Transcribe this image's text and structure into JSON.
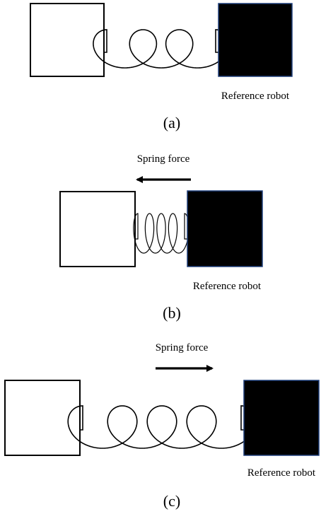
{
  "panels": [
    {
      "id": "a",
      "caption": "(a)",
      "reference_label": "Reference robot",
      "force_label": null,
      "force_direction": null,
      "spring_state": "rest"
    },
    {
      "id": "b",
      "caption": "(b)",
      "reference_label": "Reference robot",
      "force_label": "Spring force",
      "force_direction": "left",
      "spring_state": "compressed"
    },
    {
      "id": "c",
      "caption": "(c)",
      "reference_label": "Reference robot",
      "force_label": "Spring force",
      "force_direction": "right",
      "spring_state": "stretched"
    }
  ],
  "colors": {
    "reference_robot_fill": "#000000",
    "reference_robot_border": "#1f3f7a",
    "follower_robot_fill": "#ffffff",
    "stroke": "#000000"
  }
}
